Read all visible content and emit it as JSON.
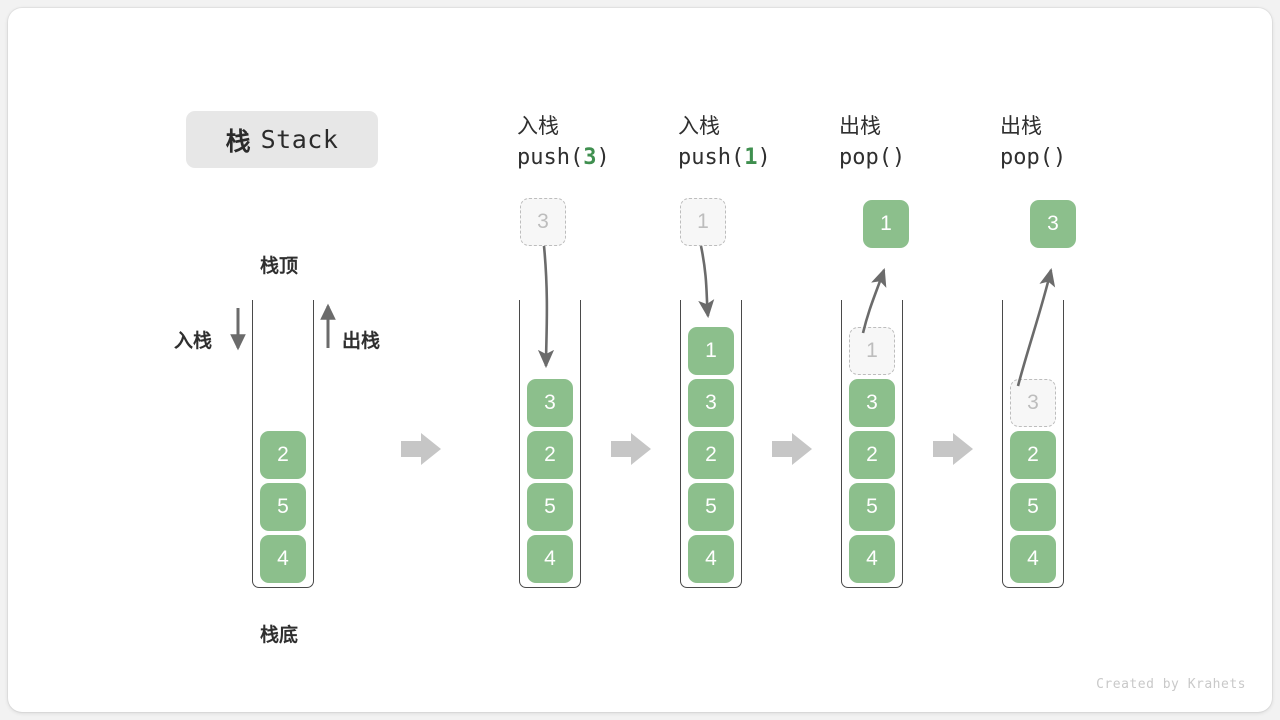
{
  "title": {
    "cn": "栈",
    "en": "Stack"
  },
  "labels": {
    "top": "栈顶",
    "bottom": "栈底",
    "push": "入栈",
    "pop": "出栈"
  },
  "credit": "Created by Krahets",
  "colors": {
    "cell_fill": "#8cbf8c",
    "cell_text": "#ffffff",
    "ghost_fill": "#f7f7f7",
    "ghost_border": "#bdbdbd",
    "ghost_text": "#bdbdbd",
    "arrow": "#6b6b6b",
    "step_arrow": "#c6c6c6",
    "badge_bg": "#e7e7e7",
    "accent_green": "#3f8f4f",
    "wall": "#4a4a4a",
    "canvas_bg": "#ffffff",
    "page_bg": "#f2f2f2"
  },
  "columns": [
    {
      "id": "initial",
      "head_cn": "",
      "head_code_pre": "",
      "head_code_arg": "",
      "head_code_post": "",
      "cells": [
        {
          "value": "4",
          "state": "solid"
        },
        {
          "value": "5",
          "state": "solid"
        },
        {
          "value": "2",
          "state": "solid"
        }
      ],
      "float": null
    },
    {
      "id": "push-3",
      "head_cn": "入栈",
      "head_code_pre": "push(",
      "head_code_arg": "3",
      "head_code_post": ")",
      "cells": [
        {
          "value": "4",
          "state": "solid"
        },
        {
          "value": "5",
          "state": "solid"
        },
        {
          "value": "2",
          "state": "solid"
        },
        {
          "value": "3",
          "state": "solid"
        }
      ],
      "float": {
        "value": "3",
        "state": "ghost",
        "direction": "down"
      }
    },
    {
      "id": "push-1",
      "head_cn": "入栈",
      "head_code_pre": "push(",
      "head_code_arg": "1",
      "head_code_post": ")",
      "cells": [
        {
          "value": "4",
          "state": "solid"
        },
        {
          "value": "5",
          "state": "solid"
        },
        {
          "value": "2",
          "state": "solid"
        },
        {
          "value": "3",
          "state": "solid"
        },
        {
          "value": "1",
          "state": "solid"
        }
      ],
      "float": {
        "value": "1",
        "state": "ghost",
        "direction": "down"
      }
    },
    {
      "id": "pop-1",
      "head_cn": "出栈",
      "head_code_pre": "pop(",
      "head_code_arg": "",
      "head_code_post": ")",
      "cells": [
        {
          "value": "4",
          "state": "solid"
        },
        {
          "value": "5",
          "state": "solid"
        },
        {
          "value": "2",
          "state": "solid"
        },
        {
          "value": "3",
          "state": "solid"
        },
        {
          "value": "1",
          "state": "ghost"
        }
      ],
      "float": {
        "value": "1",
        "state": "solid",
        "direction": "up"
      }
    },
    {
      "id": "pop-3",
      "head_cn": "出栈",
      "head_code_pre": "pop(",
      "head_code_arg": "",
      "head_code_post": ")",
      "cells": [
        {
          "value": "4",
          "state": "solid"
        },
        {
          "value": "5",
          "state": "solid"
        },
        {
          "value": "2",
          "state": "solid"
        },
        {
          "value": "3",
          "state": "ghost"
        }
      ],
      "float": {
        "value": "3",
        "state": "solid",
        "direction": "up"
      }
    }
  ]
}
